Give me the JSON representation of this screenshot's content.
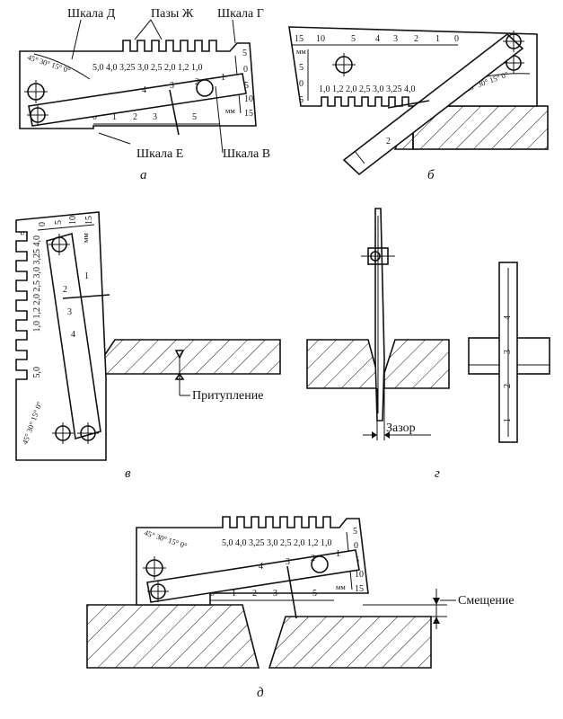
{
  "labels": {
    "scale_d": "Шкала Д",
    "slots_zh": "Пазы Ж",
    "scale_g": "Шкала Г",
    "scale_e": "Шкала Е",
    "scale_v": "Шкала В",
    "bluntness": "Притупление",
    "gap": "Зазор",
    "offset": "Смещение"
  },
  "captions": {
    "a": "а",
    "b": "б",
    "v": "в",
    "g": "г",
    "d": "д"
  },
  "gauge_text": {
    "slot_values": "5,0  4,0  3,25 3,0 2,5 2,0 1,2 1,0",
    "slot_values_rev": "1,0 1,2 2,0 2,5 3,0 3,25 4,0",
    "slot_values_vert": "1,0 1,2 2,0 2,5 3,0 3,25 4,0",
    "vert_5": "5,0",
    "angle_scale": "45° 30° 15° 0°",
    "unit": "мм",
    "g_5": "5",
    "g_0": "0",
    "g_10": "10",
    "g_15": "15",
    "e_0": "0",
    "e_1": "1",
    "e_2": "2",
    "e_3": "3",
    "e_5": "5",
    "arm_1": "1",
    "arm_2": "2",
    "arm_3": "3",
    "arm_4": "4",
    "b_top_15": "15",
    "b_top_10": "10",
    "b_top_5": "5",
    "b_top_4": "4",
    "b_top_3": "3",
    "b_top_2": "2",
    "b_top_1": "1",
    "b_top_0": "0",
    "v_top_5": "5",
    "v_top_0": "0",
    "v_top_5b": "5",
    "v_top_10": "10",
    "v_top_15": "15",
    "strip_1": "1",
    "strip_2": "2",
    "strip_3": "3",
    "strip_4": "4"
  },
  "colors": {
    "ink": "#111111",
    "background": "#ffffff"
  }
}
